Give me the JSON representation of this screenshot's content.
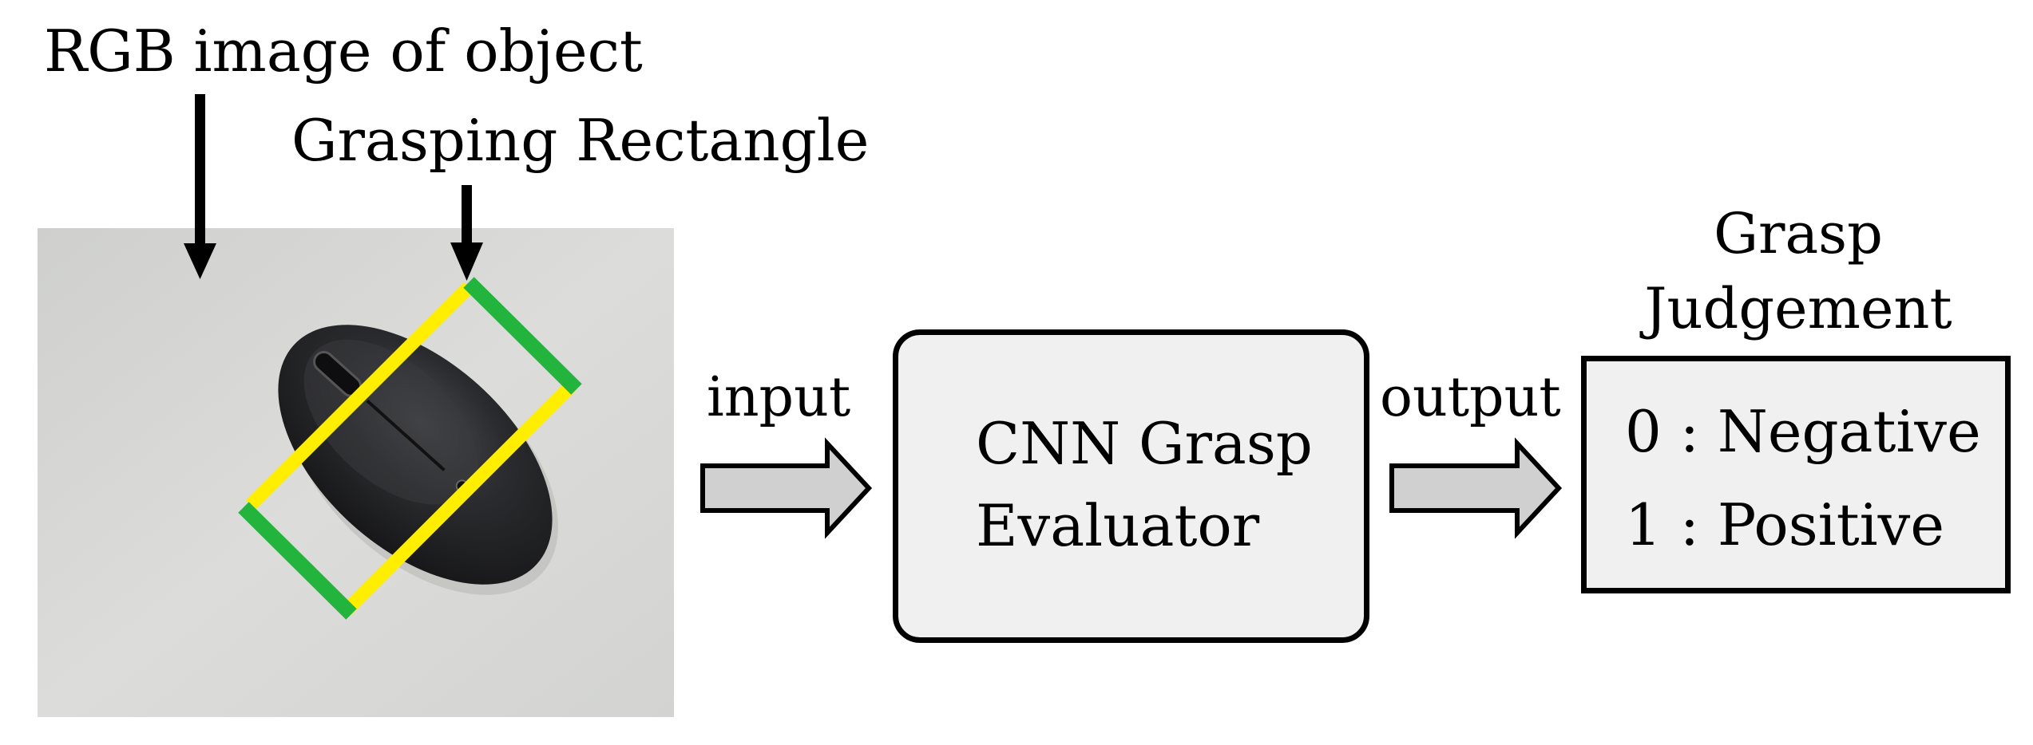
{
  "labels": {
    "rgb_image": "RGB image of object",
    "grasping_rectangle": "Grasping Rectangle",
    "input": "input",
    "output": "output",
    "judgement_line1": "Grasp",
    "judgement_line2": "Judgement"
  },
  "evaluator": {
    "line1": "CNN Grasp",
    "line2": "Evaluator"
  },
  "result": {
    "line1": "0 : Negative",
    "line2": "1 : Positive"
  },
  "colors": {
    "photo_background": "#d6d6d4",
    "mouse_body": "#1f2022",
    "grasp_jaws": "#22b43c",
    "grasp_sides": "#ffee00",
    "box_fill": "#f0f0f0",
    "arrow_fill": "#d0d0d0"
  }
}
